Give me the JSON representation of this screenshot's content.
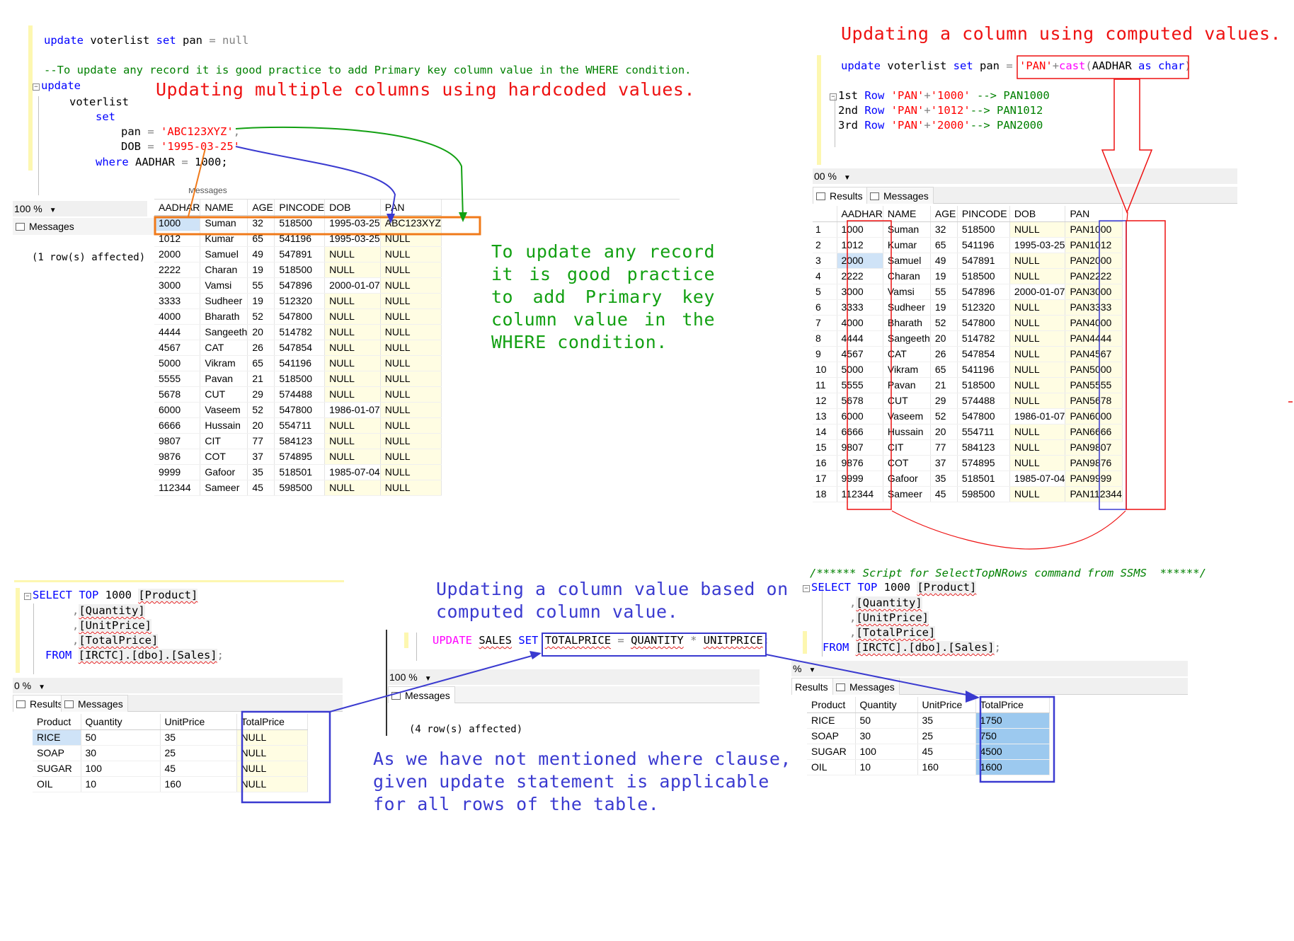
{
  "notes": {
    "multi_cols": "Updating multiple columns using hardcoded values.",
    "computed": "Updating a column using computed values.",
    "pk_practice": "To update any record it is good practice to add Primary key column value in the WHERE condition.",
    "based_on": "Updating a column value based on computed column value.",
    "no_where": "As we have not mentioned where clause, given update statement is applicable for all rows of the table."
  },
  "editor1": {
    "l1_kw1": "update",
    "l1_txt": " voterlist ",
    "l1_kw2": "set",
    "l1_txt2": " pan ",
    "l1_eq": "=",
    "l1_null": " null",
    "l2_comment": "--To update any record it is good practice to add Primary key column value in the WHERE condition.",
    "l3_kw": "update",
    "l4_txt": "voterlist",
    "l5_kw": "set",
    "l6_col": "pan",
    "l6_eq": "=",
    "l6_val": "'ABC123XYZ'",
    "l6_comma": ",",
    "l7_col": "DOB",
    "l7_eq": "=",
    "l7_val": "'1995-03-25'",
    "l8_kw": "where",
    "l8_col": " AADHAR ",
    "l8_eq": "=",
    "l8_val": " 1000;",
    "collapse": "−"
  },
  "pane1": {
    "zoom": "100 %",
    "tab_messages": "Messages",
    "message": "(1 row(s) affected)",
    "ghost_tab": "Messages",
    "columns": [
      "AADHAR",
      "NAME",
      "AGE",
      "PINCODE",
      "DOB",
      "PAN"
    ],
    "rows": [
      [
        "1000",
        "Suman",
        "32",
        "518500",
        "1995-03-25",
        "ABC123XYZ"
      ],
      [
        "1012",
        "Kumar",
        "65",
        "541196",
        "1995-03-25",
        "NULL"
      ],
      [
        "2000",
        "Samuel",
        "49",
        "547891",
        "NULL",
        "NULL"
      ],
      [
        "2222",
        "Charan",
        "19",
        "518500",
        "NULL",
        "NULL"
      ],
      [
        "3000",
        "Vamsi",
        "55",
        "547896",
        "2000-01-07",
        "NULL"
      ],
      [
        "3333",
        "Sudheer",
        "19",
        "512320",
        "NULL",
        "NULL"
      ],
      [
        "4000",
        "Bharath",
        "52",
        "547800",
        "NULL",
        "NULL"
      ],
      [
        "4444",
        "Sangeeth",
        "20",
        "514782",
        "NULL",
        "NULL"
      ],
      [
        "4567",
        "CAT",
        "26",
        "547854",
        "NULL",
        "NULL"
      ],
      [
        "5000",
        "Vikram",
        "65",
        "541196",
        "NULL",
        "NULL"
      ],
      [
        "5555",
        "Pavan",
        "21",
        "518500",
        "NULL",
        "NULL"
      ],
      [
        "5678",
        "CUT",
        "29",
        "574488",
        "NULL",
        "NULL"
      ],
      [
        "6000",
        "Vaseem",
        "52",
        "547800",
        "1986-01-07",
        "NULL"
      ],
      [
        "6666",
        "Hussain",
        "20",
        "554711",
        "NULL",
        "NULL"
      ],
      [
        "9807",
        "CIT",
        "77",
        "584123",
        "NULL",
        "NULL"
      ],
      [
        "9876",
        "COT",
        "37",
        "574895",
        "NULL",
        "NULL"
      ],
      [
        "9999",
        "Gafoor",
        "35",
        "518501",
        "1985-07-04",
        "NULL"
      ],
      [
        "112344",
        "Sameer",
        "45",
        "598500",
        "NULL",
        "NULL"
      ]
    ]
  },
  "editor2": {
    "l1_kw1": "update",
    "l1_txt": " voterlist ",
    "l1_kw2": "set",
    "l1_txt2": " pan ",
    "l1_eq": "=",
    "l1_expr_str": "'PAN'",
    "l1_plus": "+",
    "l1_cast": "cast",
    "l1_open": "(",
    "l1_arg": "AADHAR ",
    "l1_as": "as",
    "l1_char": " char",
    "l1_close": ")",
    "r1_a": "1st ",
    "r1_row": "Row",
    "r1_s1": "'PAN'",
    "r1_p": "+",
    "r1_s2": "'1000'",
    "r1_arrow": " --> PAN1000",
    "r2_a": "2nd ",
    "r2_row": "Row",
    "r2_s1": "'PAN'",
    "r2_p": "+",
    "r2_s2": "'1012'",
    "r2_arrow": "--> PAN1012",
    "r3_a": "3rd ",
    "r3_row": "Row",
    "r3_s1": "'PAN'",
    "r3_p": "+",
    "r3_s2": "'2000'",
    "r3_arrow": "--> PAN2000"
  },
  "pane2": {
    "zoom": "00 %",
    "tab_results": "Results",
    "tab_messages": "Messages",
    "columns": [
      "AADHAR",
      "NAME",
      "AGE",
      "PINCODE",
      "DOB",
      "PAN"
    ],
    "rows": [
      [
        "1",
        "1000",
        "Suman",
        "32",
        "518500",
        "NULL",
        "PAN1000"
      ],
      [
        "2",
        "1012",
        "Kumar",
        "65",
        "541196",
        "1995-03-25",
        "PAN1012"
      ],
      [
        "3",
        "2000",
        "Samuel",
        "49",
        "547891",
        "NULL",
        "PAN2000"
      ],
      [
        "4",
        "2222",
        "Charan",
        "19",
        "518500",
        "NULL",
        "PAN2222"
      ],
      [
        "5",
        "3000",
        "Vamsi",
        "55",
        "547896",
        "2000-01-07",
        "PAN3000"
      ],
      [
        "6",
        "3333",
        "Sudheer",
        "19",
        "512320",
        "NULL",
        "PAN3333"
      ],
      [
        "7",
        "4000",
        "Bharath",
        "52",
        "547800",
        "NULL",
        "PAN4000"
      ],
      [
        "8",
        "4444",
        "Sangeeth",
        "20",
        "514782",
        "NULL",
        "PAN4444"
      ],
      [
        "9",
        "4567",
        "CAT",
        "26",
        "547854",
        "NULL",
        "PAN4567"
      ],
      [
        "10",
        "5000",
        "Vikram",
        "65",
        "541196",
        "NULL",
        "PAN5000"
      ],
      [
        "11",
        "5555",
        "Pavan",
        "21",
        "518500",
        "NULL",
        "PAN5555"
      ],
      [
        "12",
        "5678",
        "CUT",
        "29",
        "574488",
        "NULL",
        "PAN5678"
      ],
      [
        "13",
        "6000",
        "Vaseem",
        "52",
        "547800",
        "1986-01-07",
        "PAN6000"
      ],
      [
        "14",
        "6666",
        "Hussain",
        "20",
        "554711",
        "NULL",
        "PAN6666"
      ],
      [
        "15",
        "9807",
        "CIT",
        "77",
        "584123",
        "NULL",
        "PAN9807"
      ],
      [
        "16",
        "9876",
        "COT",
        "37",
        "574895",
        "NULL",
        "PAN9876"
      ],
      [
        "17",
        "9999",
        "Gafoor",
        "35",
        "518501",
        "1985-07-04",
        "PAN9999"
      ],
      [
        "18",
        "112344",
        "Sameer",
        "45",
        "598500",
        "NULL",
        "PAN112344"
      ]
    ]
  },
  "editor3": {
    "l1_kw": "SELECT TOP",
    "l1_num": " 1000 ",
    "l1_col": "[Product]",
    "l2": "[Quantity]",
    "l3": "[UnitPrice]",
    "l4": "[TotalPrice]",
    "l5_kw": "FROM",
    "l5_tbl": "[IRCTC].[dbo].[Sales]",
    "l5_semi": ";",
    "comma": ","
  },
  "pane3": {
    "zoom": "0 %",
    "tab_results": "Results",
    "tab_messages": "Messages",
    "columns": [
      "Product",
      "Quantity",
      "UnitPrice",
      "TotalPrice"
    ],
    "rows": [
      [
        "RICE",
        "50",
        "35",
        "NULL"
      ],
      [
        "SOAP",
        "30",
        "25",
        "NULL"
      ],
      [
        "SUGAR",
        "100",
        "45",
        "NULL"
      ],
      [
        "OIL",
        "10",
        "160",
        "NULL"
      ]
    ]
  },
  "editor4": {
    "kw1": "UPDATE",
    "tbl": "SALES",
    "kw2": "SET",
    "col": "TOTALPRICE",
    "eq": "=",
    "c1": "QUANTITY",
    "op": "*",
    "c2": "UNITPRICE",
    "semi": ";"
  },
  "pane4": {
    "zoom": "100 %",
    "tab_messages": "Messages",
    "message": "(4 row(s) affected)"
  },
  "editor5": {
    "comment": "/****** Script for SelectTopNRows command from SSMS  ******/",
    "l1_kw": "SELECT TOP",
    "l1_num": " 1000 ",
    "l1_col": "[Product]",
    "l2": "[Quantity]",
    "l3": "[UnitPrice]",
    "l4": "[TotalPrice]",
    "l5_kw": "FROM",
    "l5_tbl": "[IRCTC].[dbo].[Sales]",
    "l5_semi": ";",
    "comma": ","
  },
  "pane5": {
    "zoom": "%",
    "tab_results": "Results",
    "tab_messages": "Messages",
    "columns": [
      "Product",
      "Quantity",
      "UnitPrice",
      "TotalPrice"
    ],
    "rows": [
      [
        "RICE",
        "50",
        "35",
        "1750"
      ],
      [
        "SOAP",
        "30",
        "25",
        "750"
      ],
      [
        "SUGAR",
        "100",
        "45",
        "4500"
      ],
      [
        "OIL",
        "10",
        "160",
        "1600"
      ]
    ]
  },
  "colors": {
    "annotation_red": "#ee1111",
    "annotation_green": "#12a012",
    "annotation_blue": "#3a3ad0",
    "highlight_orange": "#f07a1a",
    "null_cell_bg": "#fffde3",
    "computed_fill": "#9cc9ef",
    "sql_keyword": "#0000ff",
    "sql_string": "#ff0000",
    "sql_comment": "#008000"
  }
}
